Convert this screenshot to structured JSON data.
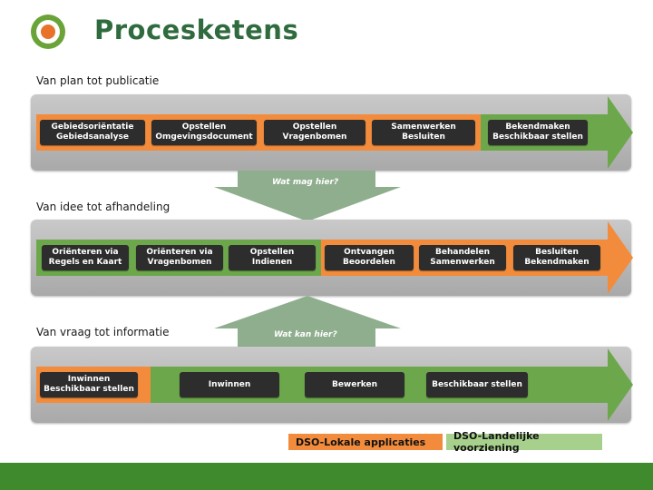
{
  "title": "Procesketens",
  "colors": {
    "orange": "#f28c3c",
    "green": "#6ca84b",
    "dark_box": "#2d2d2d",
    "band_grey": "#b8b8b8",
    "title_green": "#2f6b3e",
    "question_arrow": "#8fae8e",
    "legend_orange": "#f28c3c",
    "legend_green": "#a7d08c"
  },
  "sections": [
    {
      "label": "Van plan tot publicatie",
      "boxes": [
        [
          "Gebiedsoriëntatie",
          "Gebiedsanalyse"
        ],
        [
          "Opstellen",
          "Omgevingsdocument"
        ],
        [
          "Opstellen",
          "Vragenbomen"
        ],
        [
          "Samenwerken",
          "Besluiten"
        ],
        [
          "Bekendmaken",
          "Beschikbaar stellen"
        ]
      ]
    },
    {
      "label": "Van idee tot afhandeling",
      "boxes": [
        [
          "Oriënteren via",
          "Regels en Kaart"
        ],
        [
          "Oriënteren via",
          "Vragenbomen"
        ],
        [
          "Opstellen",
          "Indienen"
        ],
        [
          "Ontvangen",
          "Beoordelen"
        ],
        [
          "Behandelen",
          "Samenwerken"
        ],
        [
          "Besluiten",
          "Bekendmaken"
        ]
      ]
    },
    {
      "label": "Van vraag tot informatie",
      "boxes": [
        [
          "Inwinnen",
          "Beschikbaar stellen"
        ],
        [
          "Inwinnen"
        ],
        [
          "Bewerken"
        ],
        [
          "Beschikbaar stellen"
        ]
      ]
    }
  ],
  "questions": {
    "down": "Wat mag hier?",
    "up": "Wat kan hier?"
  },
  "legend": {
    "local": "DSO-Lokale applicaties",
    "national": "DSO-Landelijke voorziening"
  }
}
